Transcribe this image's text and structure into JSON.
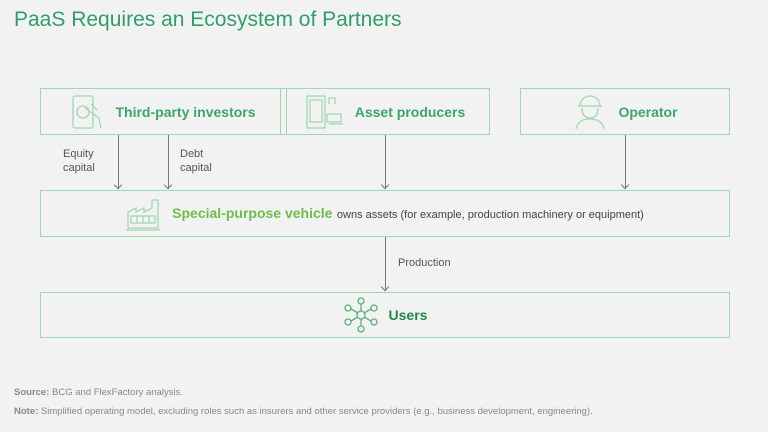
{
  "title": "PaaS Requires an Ecosystem of Partners",
  "nodes": {
    "investors": "Third-party investors",
    "producers": "Asset producers",
    "operator": "Operator",
    "spv": "Special-purpose vehicle",
    "spv_desc": "owns assets (for example, production machinery or equipment)",
    "users": "Users"
  },
  "edges": {
    "equity": "Equity capital",
    "debt": "Debt capital",
    "production": "Production"
  },
  "footer": {
    "source_label": "Source:",
    "source": "BCG and FlexFactory analysis.",
    "note_label": "Note:",
    "note": "Simplified operating model, excluding roles such as insurers and other service providers (e.g., business development, engineering)."
  },
  "colors": {
    "accent": "#2f9e6c",
    "border": "#9fd8b0"
  }
}
